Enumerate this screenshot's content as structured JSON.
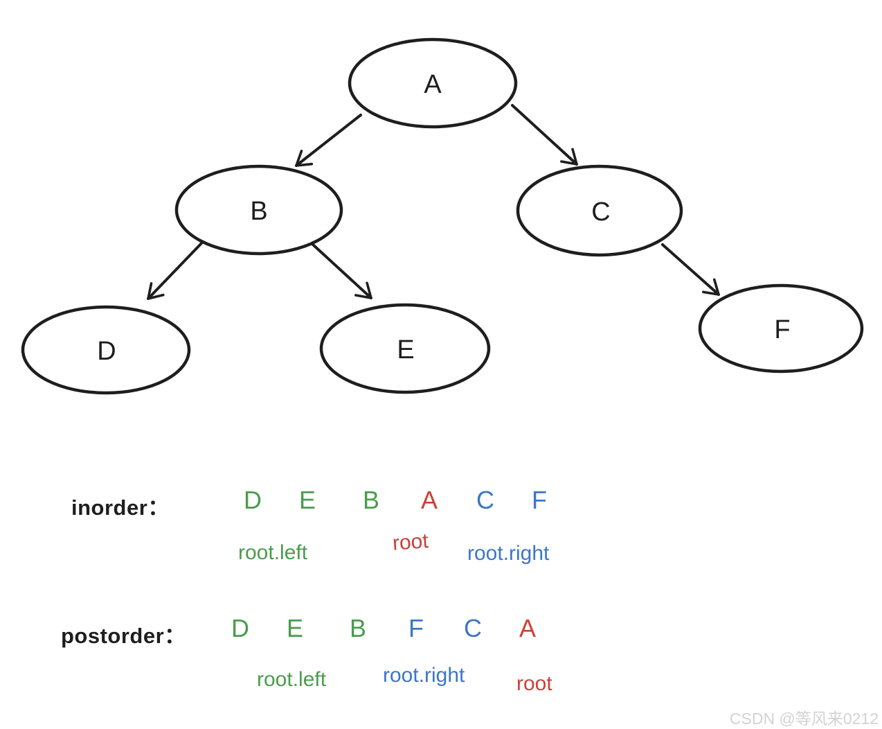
{
  "colors": {
    "green": "#4a9c4d",
    "red": "#cb4037",
    "blue": "#3b76c8",
    "ink": "#1e1e1e",
    "watermark": "#d2d2d2"
  },
  "tree": {
    "nodes": [
      {
        "label": "A"
      },
      {
        "label": "B"
      },
      {
        "label": "C"
      },
      {
        "label": "D"
      },
      {
        "label": "E"
      },
      {
        "label": "F"
      }
    ],
    "edges": [
      {
        "from": "A",
        "to": "B"
      },
      {
        "from": "A",
        "to": "C"
      },
      {
        "from": "B",
        "to": "D"
      },
      {
        "from": "B",
        "to": "E"
      },
      {
        "from": "C",
        "to": "F"
      }
    ]
  },
  "inorder": {
    "label": "inorder：",
    "sequence": [
      {
        "letter": "D",
        "color": "green"
      },
      {
        "letter": "E",
        "color": "green"
      },
      {
        "letter": "B",
        "color": "green"
      },
      {
        "letter": "A",
        "color": "red"
      },
      {
        "letter": "C",
        "color": "blue"
      },
      {
        "letter": "F",
        "color": "blue"
      }
    ],
    "annotations": [
      {
        "text": "root.left",
        "color": "green"
      },
      {
        "text": "root",
        "color": "red"
      },
      {
        "text": "root.right",
        "color": "blue"
      }
    ]
  },
  "postorder": {
    "label": "postorder：",
    "sequence": [
      {
        "letter": "D",
        "color": "green"
      },
      {
        "letter": "E",
        "color": "green"
      },
      {
        "letter": "B",
        "color": "green"
      },
      {
        "letter": "F",
        "color": "blue"
      },
      {
        "letter": "C",
        "color": "blue"
      },
      {
        "letter": "A",
        "color": "red"
      }
    ],
    "annotations": [
      {
        "text": "root.left",
        "color": "green"
      },
      {
        "text": "root.right",
        "color": "blue"
      },
      {
        "text": "root",
        "color": "red"
      }
    ]
  },
  "watermark": {
    "text": "CSDN @等风来0212"
  }
}
